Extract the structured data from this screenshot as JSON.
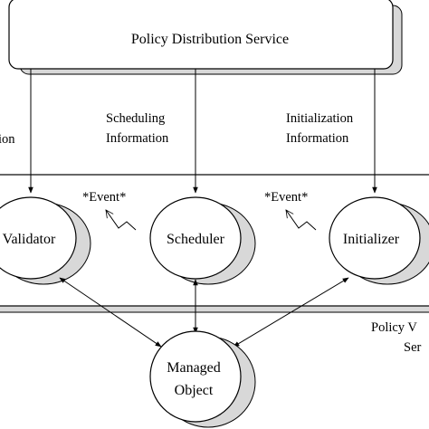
{
  "diagram": {
    "top_service": {
      "label": "Policy Distribution Service"
    },
    "edge_labels": {
      "left_partial": "ion",
      "scheduling_line1": "Scheduling",
      "scheduling_line2": "Information",
      "initialization_line1": "Initialization",
      "initialization_line2": "Information"
    },
    "events": [
      {
        "label": "*Event*"
      },
      {
        "label": "*Event*"
      }
    ],
    "nodes": {
      "validator": "Validator",
      "scheduler": "Scheduler",
      "initializer": "Initializer",
      "managed_line1": "Managed",
      "managed_line2": "Object"
    },
    "side_label": {
      "line1": "Policy V",
      "line2": "Ser"
    }
  }
}
